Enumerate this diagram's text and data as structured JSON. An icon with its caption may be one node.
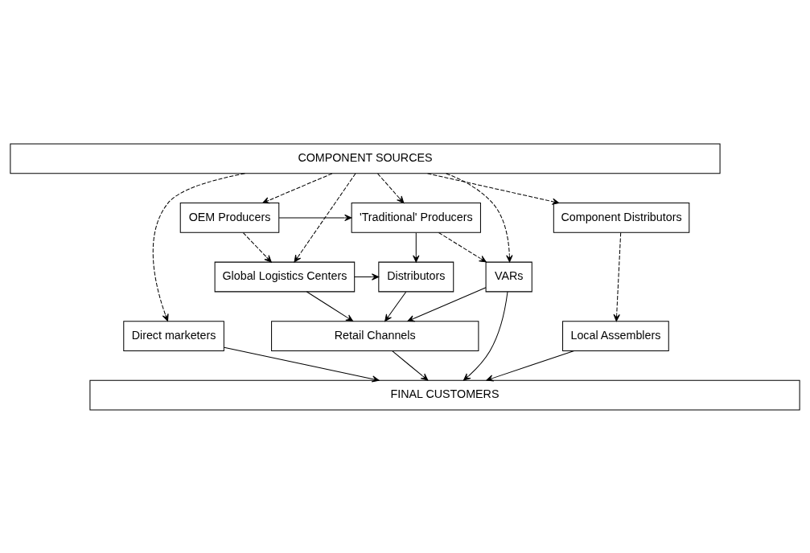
{
  "diagram": {
    "nodes": [
      {
        "text": [
          "COMPONENT SOURCES"
        ]
      },
      {
        "text": [
          "Direct marketers"
        ]
      },
      {
        "text": [
          "'Traditional' Producers"
        ]
      },
      {
        "text": [
          "OEM Producers"
        ]
      },
      {
        "text": [
          "Component Distributors"
        ]
      },
      {
        "text": [
          "Distributors"
        ]
      },
      {
        "text": [
          "Global Logistics Centers"
        ]
      },
      {
        "text": [
          "VARs"
        ]
      },
      {
        "text": [
          "Local Assemblers"
        ]
      },
      {
        "text": [
          "Retail Channels"
        ]
      },
      {
        "text": [
          "FINAL CUSTOMERS"
        ]
      }
    ],
    "edges": [
      {
        "from": 0,
        "to": 1,
        "arrow": "to",
        "style": "dashed"
      },
      {
        "from": 0,
        "to": 4,
        "arrow": "to",
        "style": "dashed"
      },
      {
        "from": 0,
        "to": 7,
        "arrow": "to",
        "style": "dashed"
      },
      {
        "from": 0,
        "to": 2,
        "arrow": "to",
        "style": "dashed"
      },
      {
        "from": 0,
        "to": 3,
        "arrow": "to",
        "style": "dashed"
      },
      {
        "from": 0,
        "to": 6,
        "arrow": "to",
        "style": "dashed"
      },
      {
        "from": 3,
        "to": 2,
        "arrow": "to"
      },
      {
        "from": 2,
        "to": 7,
        "arrow": "to",
        "style": "dashed"
      },
      {
        "from": 2,
        "to": 5,
        "arrow": "to"
      },
      {
        "from": 3,
        "to": 6,
        "arrow": "to",
        "style": "dashed"
      },
      {
        "from": 6,
        "to": 5,
        "arrow": "to"
      },
      {
        "from": 4,
        "to": 8,
        "arrow": "to",
        "style": "dashed"
      },
      {
        "from": 7,
        "to": 9,
        "arrow": "to"
      },
      {
        "from": 5,
        "to": 9,
        "arrow": "to"
      },
      {
        "from": 6,
        "to": 9,
        "arrow": "to"
      },
      {
        "from": 1,
        "to": 10,
        "arrow": "to"
      },
      {
        "from": 8,
        "to": 10,
        "arrow": "to"
      },
      {
        "from": 7,
        "to": 10,
        "arrow": "to"
      },
      {
        "from": 9,
        "to": 10,
        "arrow": "to"
      }
    ]
  }
}
